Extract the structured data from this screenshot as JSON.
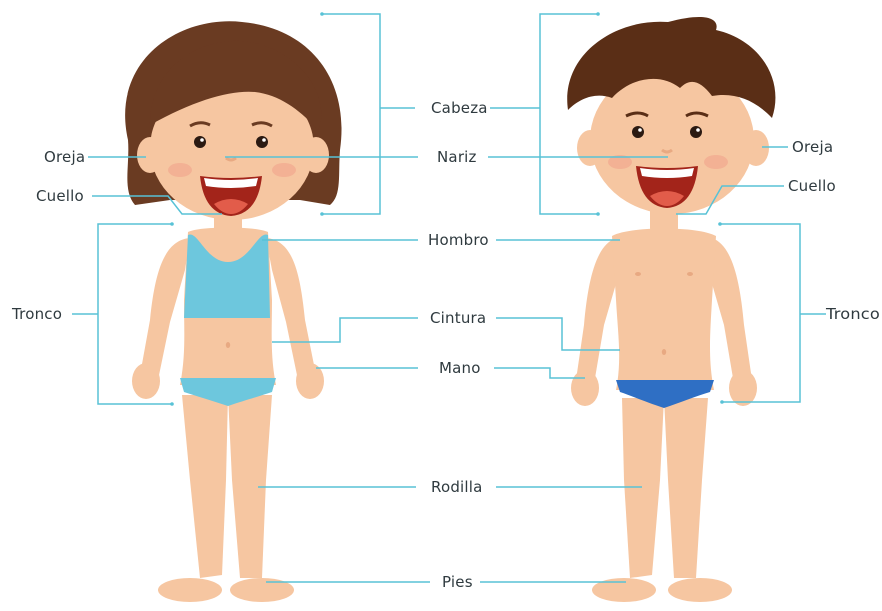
{
  "colors": {
    "line": "#58c2d6",
    "skin": "#f6c6a1",
    "skin_shade": "#e8a982",
    "girl_hair": "#6a3b22",
    "boy_hair": "#5a2e16",
    "girl_top": "#6dc7dd",
    "girl_bottom": "#6dc7dd",
    "boy_brief": "#2f6fc4"
  },
  "labels": {
    "cabeza": "Cabeza",
    "nariz": "Nariz",
    "hombro": "Hombro",
    "cintura": "Cintura",
    "mano": "Mano",
    "rodilla": "Rodilla",
    "pies": "Pies",
    "oreja_left": "Oreja",
    "cuello_left": "Cuello",
    "tronco_left": "Tronco",
    "oreja_right": "Oreja",
    "cuello_right": "Cuello",
    "tronco_right": "Tronco"
  }
}
